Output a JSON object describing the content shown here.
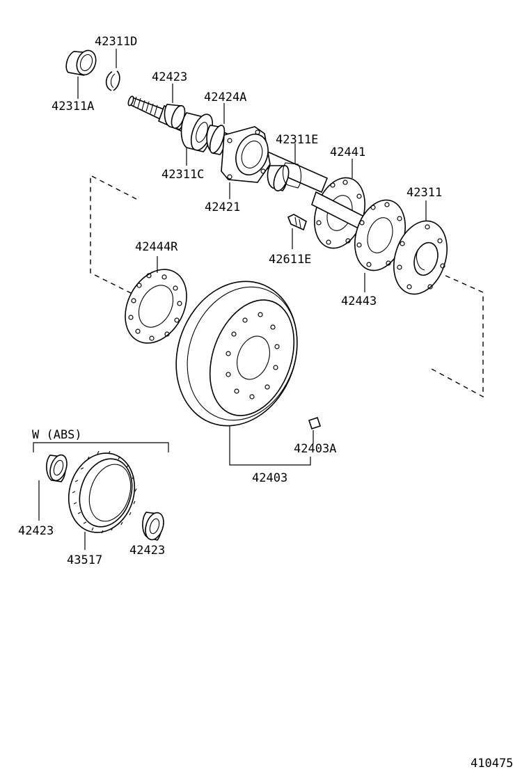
{
  "parts": {
    "p42311D": "42311D",
    "p42311A": "42311A",
    "p42423_top": "42423",
    "p42424A": "42424A",
    "p42311C": "42311C",
    "p42421": "42421",
    "p42311E": "42311E",
    "p42441": "42441",
    "p42311": "42311",
    "p42611E": "42611E",
    "p42444R": "42444R",
    "p42443": "42443",
    "p42403A": "42403A",
    "p42403": "42403",
    "p42423_left": "42423",
    "p43517": "43517",
    "p42423_right": "42423"
  },
  "group_label": "W (ABS)",
  "diagram_code": "410475"
}
